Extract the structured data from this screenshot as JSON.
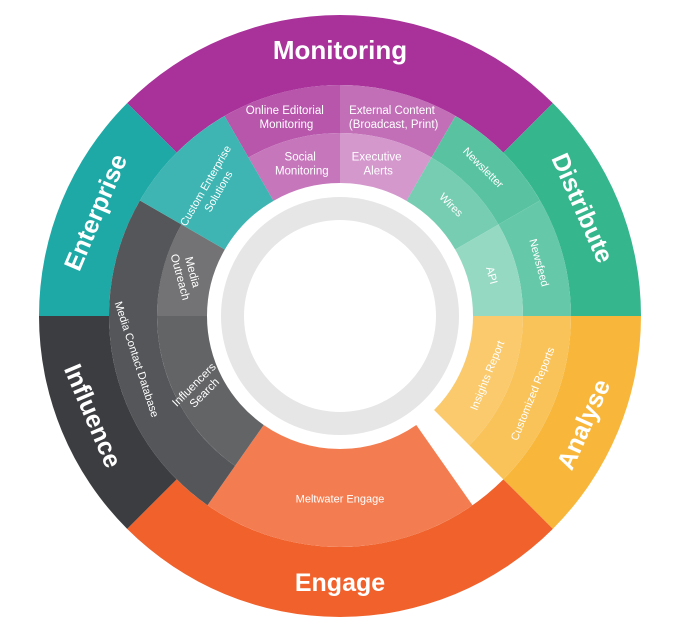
{
  "diagram": {
    "segments": [
      {
        "id": "monitoring",
        "label": "Monitoring",
        "color": "#a8319a",
        "items": [
          {
            "id": "online-editorial",
            "lines": [
              "Online Editorial",
              "Monitoring"
            ]
          },
          {
            "id": "external-content",
            "lines": [
              "External Content",
              "(Broadcast, Print)"
            ]
          },
          {
            "id": "social-monitoring",
            "lines": [
              "Social",
              "Monitoring"
            ]
          },
          {
            "id": "executive-alerts",
            "lines": [
              "Executive",
              "Alerts"
            ]
          }
        ]
      },
      {
        "id": "distribute",
        "label": "Distribute",
        "color": "#35b68c",
        "items": [
          {
            "id": "newsletter",
            "lines": [
              "Newsletter"
            ]
          },
          {
            "id": "wires",
            "lines": [
              "Wires"
            ]
          },
          {
            "id": "newsfeed",
            "lines": [
              "Newsfeed"
            ]
          },
          {
            "id": "api",
            "lines": [
              "API"
            ]
          }
        ]
      },
      {
        "id": "analyse",
        "label": "Analyse",
        "color": "#f8b73a",
        "items": [
          {
            "id": "insights-report",
            "lines": [
              "Insights Report"
            ]
          },
          {
            "id": "customized-reports",
            "lines": [
              "Customized Reports"
            ]
          }
        ]
      },
      {
        "id": "engage",
        "label": "Engage",
        "color": "#f0612b",
        "items": [
          {
            "id": "meltwater-engage",
            "lines": [
              "Meltwater Engage"
            ]
          }
        ]
      },
      {
        "id": "influence",
        "label": "Influence",
        "color": "#3c3d40",
        "items": [
          {
            "id": "media-outreach",
            "lines": [
              "Media",
              "Outreach"
            ]
          },
          {
            "id": "influencers-search",
            "lines": [
              "Influencers",
              "Search"
            ]
          },
          {
            "id": "media-contact-database",
            "lines": [
              "Media Contact Database"
            ]
          }
        ]
      },
      {
        "id": "enterprise",
        "label": "Enterprise",
        "color": "#1fa9a6",
        "items": [
          {
            "id": "custom-enterprise",
            "lines": [
              "Custom Enterprise",
              "Solutions"
            ]
          }
        ]
      }
    ]
  }
}
